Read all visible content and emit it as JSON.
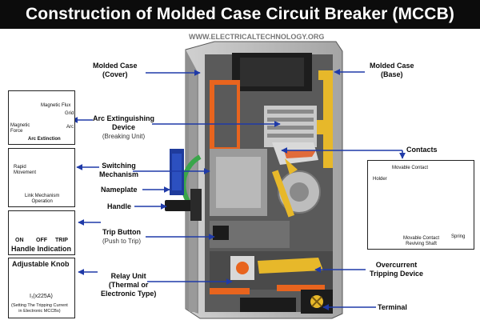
{
  "title": "Construction of Molded Case Circuit Breaker (MCCB)",
  "watermark": "WWW.ELECTRICALTECHNOLOGY.ORG",
  "labels": {
    "molded_case_cover": [
      "Molded Case",
      "(Cover)"
    ],
    "molded_case_base": [
      "Molded Case",
      "(Base)"
    ],
    "arc_extinguishing": [
      "Arc Extinguishing",
      "Device",
      "(Breaking Unit)"
    ],
    "contacts": "Contacts",
    "switching_mechanism": [
      "Switching",
      "Mechanism"
    ],
    "nameplate": "Nameplate",
    "handle": "Handle",
    "trip_button": [
      "Trip Button",
      "(Push to Trip)"
    ],
    "relay_unit": [
      "Relay Unit",
      "(Thermal or",
      "Electronic Type)"
    ],
    "overcurrent_tripping": [
      "Overcurrent",
      "Tripping Device"
    ],
    "terminal": "Terminal"
  },
  "panels": {
    "arc_extinction": {
      "magnetic_flux": "Magnetic Flux",
      "grid": "Grid",
      "magnetic_force": [
        "Magnetic",
        "Force"
      ],
      "arc": "Arc",
      "caption": "Arc Extinction"
    },
    "link_mechanism": {
      "rapid_movement": [
        "Rapid",
        "Movement"
      ],
      "caption": [
        "Link Mechanism",
        "Operation"
      ]
    },
    "handle_indication": {
      "states": [
        "ON",
        "OFF",
        "TRIP"
      ],
      "caption": "Handle Indication"
    },
    "adjustable_knob": {
      "heading": "Adjustable Knob",
      "formula": "I₁(x225A)",
      "note": [
        "(Setting The Tripping Current",
        "in Electronic MCCBs)"
      ]
    },
    "contacts_detail": {
      "movable_contact": "Movable Contact",
      "holder": "Holder",
      "spring": "Spring",
      "reviving_shaft": [
        "Movable Contact",
        "Reviving Shaft"
      ]
    }
  },
  "colors": {
    "title_bg": "#0c0c0c",
    "arrow": "#1f3aa8",
    "case_gray": "#b7b7b7",
    "orange": "#e8641e",
    "yellow": "#e7b82a",
    "black": "#1b1b1b",
    "green": "#3aa64a",
    "blue_plate": "#1f3b9c"
  }
}
